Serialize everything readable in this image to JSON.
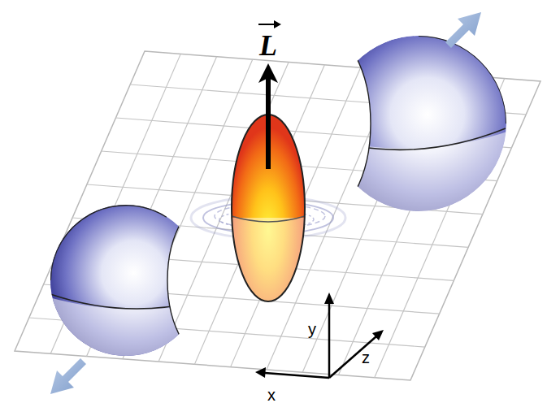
{
  "diagram": {
    "labels": [
      "L",
      "y",
      "z",
      "x"
    ]
  }
}
